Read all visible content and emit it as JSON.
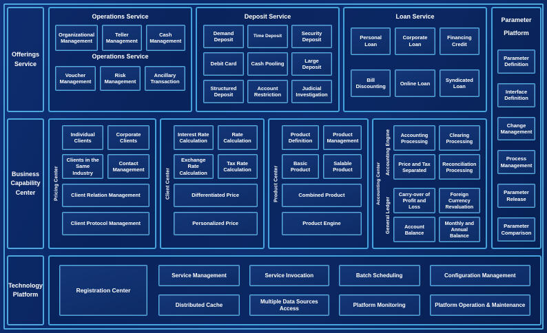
{
  "palette": {
    "background": "#0b2968",
    "frame_border": "#4fa8dd",
    "box_border": "#4fb0e8",
    "box_fill": "#0f2f6f",
    "text": "#ffffff"
  },
  "left_rail": {
    "offerings": "Offerings Service",
    "business": "Business Capability Center",
    "technology": "Technology Platform"
  },
  "operations": {
    "title": "Operations Service",
    "subtitle": "Operations Service",
    "row1": [
      "Organizational Management",
      "Teller Management",
      "Cash Management"
    ],
    "row2": [
      "Voucher Management",
      "Risk Management",
      "Ancillary Transaction"
    ]
  },
  "deposit": {
    "title": "Deposit Service",
    "items": [
      "Demand Deposit",
      "Time Deposit",
      "Security Deposit",
      "Debit Card",
      "Cash Pooling",
      "Large Deposit",
      "Structured Deposit",
      "Account Restriction",
      "Judicial Investigation"
    ]
  },
  "loan": {
    "title": "Loan Service",
    "row1": [
      "Personal Loan",
      "Corporate Loan",
      "Financing Credit"
    ],
    "row2": [
      "Bill Discounting",
      "Online Loan",
      "Syndicated Loan"
    ]
  },
  "parameter_platform": {
    "title": "Parameter Platform",
    "items": [
      "Parameter Definition",
      "Interface Definition",
      "Change Management",
      "Process Management",
      "Parameter Release",
      "Parameter Comparison"
    ]
  },
  "pricing_center": {
    "label": "Pricing Center",
    "grid": [
      "Individual Clients",
      "Corporate Clients",
      "Clients in the Same Industry",
      "Contact Management"
    ],
    "wide": [
      "Client Relation Management",
      "Client Protocol Management"
    ]
  },
  "client_center": {
    "label": "Client Center",
    "grid": [
      "Interest Rate Calculation",
      "Rate Calculation",
      "Exchange Rate Calculation",
      "Tax Rate Calculation"
    ],
    "wide": [
      "Differentiated Price",
      "Personalized Price"
    ]
  },
  "product_center": {
    "label": "Product Center",
    "grid": [
      "Product Definition",
      "Product Management",
      "Basic Product",
      "Salable Product"
    ],
    "wide": [
      "Combined Product",
      "Product Engine"
    ]
  },
  "accounting_center": {
    "label": "Accounting Center",
    "engine": {
      "label": "Accounting Engine",
      "items": [
        "Accounting Processing",
        "Clearing Processing",
        "Price and Tax Separated",
        "Reconciliation Processing"
      ]
    },
    "ledger": {
      "label": "General Ledger",
      "items": [
        "Carry-over of Profit and Loss",
        "Foreign Currency Revaluation",
        "Account Balance",
        "Monthly and Annual Balance"
      ]
    }
  },
  "technology_platform": {
    "registration": "Registration Center",
    "row1": [
      "Service Management",
      "Service Invocation",
      "Batch Scheduling",
      "Configuration Management"
    ],
    "row2": [
      "Distributed Cache",
      "Multiple Data Sources Access",
      "Platform Monitoring",
      "Platform Operation & Maintenance"
    ]
  }
}
